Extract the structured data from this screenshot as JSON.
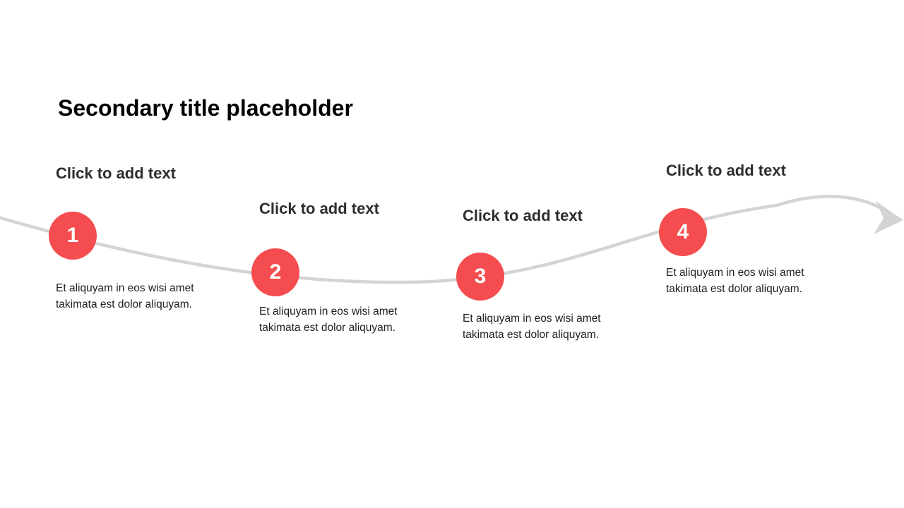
{
  "slide": {
    "title": "Secondary title placeholder",
    "steps": [
      {
        "number": "1",
        "heading": "Click to add text",
        "body": "Et aliquyam in eos wisi amet takimata est dolor aliquyam."
      },
      {
        "number": "2",
        "heading": "Click to add text",
        "body": "Et aliquyam in eos wisi amet takimata est dolor aliquyam."
      },
      {
        "number": "3",
        "heading": "Click to add text",
        "body": "Et aliquyam in eos wisi amet takimata est dolor aliquyam."
      },
      {
        "number": "4",
        "heading": "Click to add text",
        "body": "Et aliquyam in eos wisi amet takimata est dolor aliquyam."
      }
    ]
  },
  "colors": {
    "accent_red": "#f54d4f",
    "curve_gray": "#d4d4d4",
    "title_color": "#000000",
    "heading_color": "#2e2e2e",
    "body_color": "#212121",
    "number_color": "#ffffff",
    "background": "#ffffff"
  }
}
